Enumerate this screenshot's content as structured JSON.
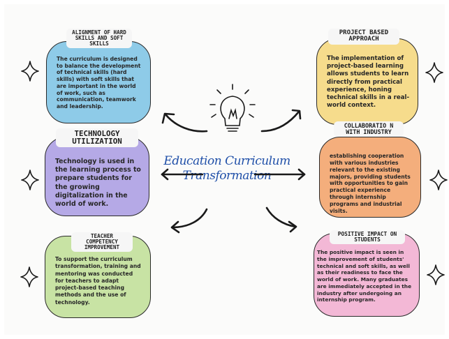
{
  "center": {
    "line1": "Education Curriculum",
    "line2": "Transformation"
  },
  "cards": {
    "alignment": {
      "title": "ALIGNMENT OF HARD SKILLS AND SOFT SKILLS",
      "body": "The curriculum is designed to balance the development of technical skills (hard skills) with soft skills that are important in the world of work, such as communication, teamwork and leadership.",
      "color": "#8ecbe8"
    },
    "technology": {
      "title": "TECHNOLOGY UTILIZATION",
      "body": "Technology is used in the learning process to prepare students for the growing digitalization in the world of work.",
      "color": "#b5a9e6"
    },
    "teacher": {
      "title": "TEACHER COMPETENCY IMPROVEMENT",
      "body": "To support the curriculum transformation, training and mentoring was conducted for teachers to adapt project-based teaching methods and the use of technology.",
      "color": "#c8e3a4"
    },
    "project": {
      "title": "PROJECT BASED APPROACH",
      "body": "The implementation of project-based learning allows students to learn directly from practical experience, honing technical skills in a real-world context.",
      "color": "#f6dc8c"
    },
    "collaboration": {
      "title": "COLLABORATIO N WITH INDUSTRY",
      "body": "establishing cooperation with various industries relevant to the existing majors, providing students with opportunities to gain practical experience through internship programs and industrial visits.",
      "color": "#f4ae7c"
    },
    "impact": {
      "title": "POSITIVE IMPACT ON STUDENTS",
      "body": "The positive impact is seen in the improvement of students' technical and soft skills, as well as their readiness to face the world of work. Many graduates are immediately accepted in the industry after undergoing an internship program.",
      "color": "#f3b8d6"
    }
  }
}
